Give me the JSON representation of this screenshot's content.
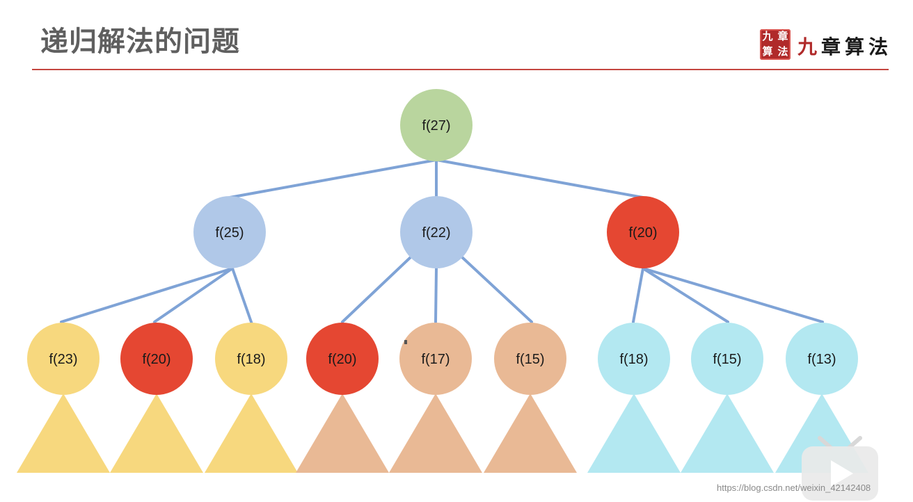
{
  "title": "递归解法的问题",
  "logo": {
    "seal_chars": [
      "九",
      "章",
      "算",
      "法"
    ],
    "text_accent": "九",
    "text_rest": "章算法"
  },
  "colors": {
    "title_rule": "#c4463f",
    "edge": "#7fa3d6",
    "root": "#b9d59e",
    "level1": "#b0c8e8",
    "repeat_red": "#e54732",
    "yellow": "#f7d87e",
    "peach": "#e9b995",
    "cyan": "#b3e8f1"
  },
  "tree": {
    "root": {
      "label": "f(27)",
      "color": "root"
    },
    "level1": [
      {
        "label": "f(25)",
        "color": "level1"
      },
      {
        "label": "f(22)",
        "color": "level1"
      },
      {
        "label": "f(20)",
        "color": "repeat_red"
      }
    ],
    "level2": [
      {
        "label": "f(23)",
        "color": "yellow",
        "parent": 0,
        "subtree": "yellow"
      },
      {
        "label": "f(20)",
        "color": "repeat_red",
        "parent": 0,
        "subtree": "yellow"
      },
      {
        "label": "f(18)",
        "color": "yellow",
        "parent": 0,
        "subtree": "yellow"
      },
      {
        "label": "f(20)",
        "color": "repeat_red",
        "parent": 1,
        "subtree": "peach"
      },
      {
        "label": "f(17)",
        "color": "peach",
        "parent": 1,
        "subtree": "peach"
      },
      {
        "label": "f(15)",
        "color": "peach",
        "parent": 1,
        "subtree": "peach"
      },
      {
        "label": "f(18)",
        "color": "cyan",
        "parent": 2,
        "subtree": "cyan"
      },
      {
        "label": "f(15)",
        "color": "cyan",
        "parent": 2,
        "subtree": "cyan"
      },
      {
        "label": "f(13)",
        "color": "cyan",
        "parent": 2,
        "subtree": "cyan"
      }
    ]
  },
  "watermark": "https://blog.csdn.net/weixin_42142408"
}
